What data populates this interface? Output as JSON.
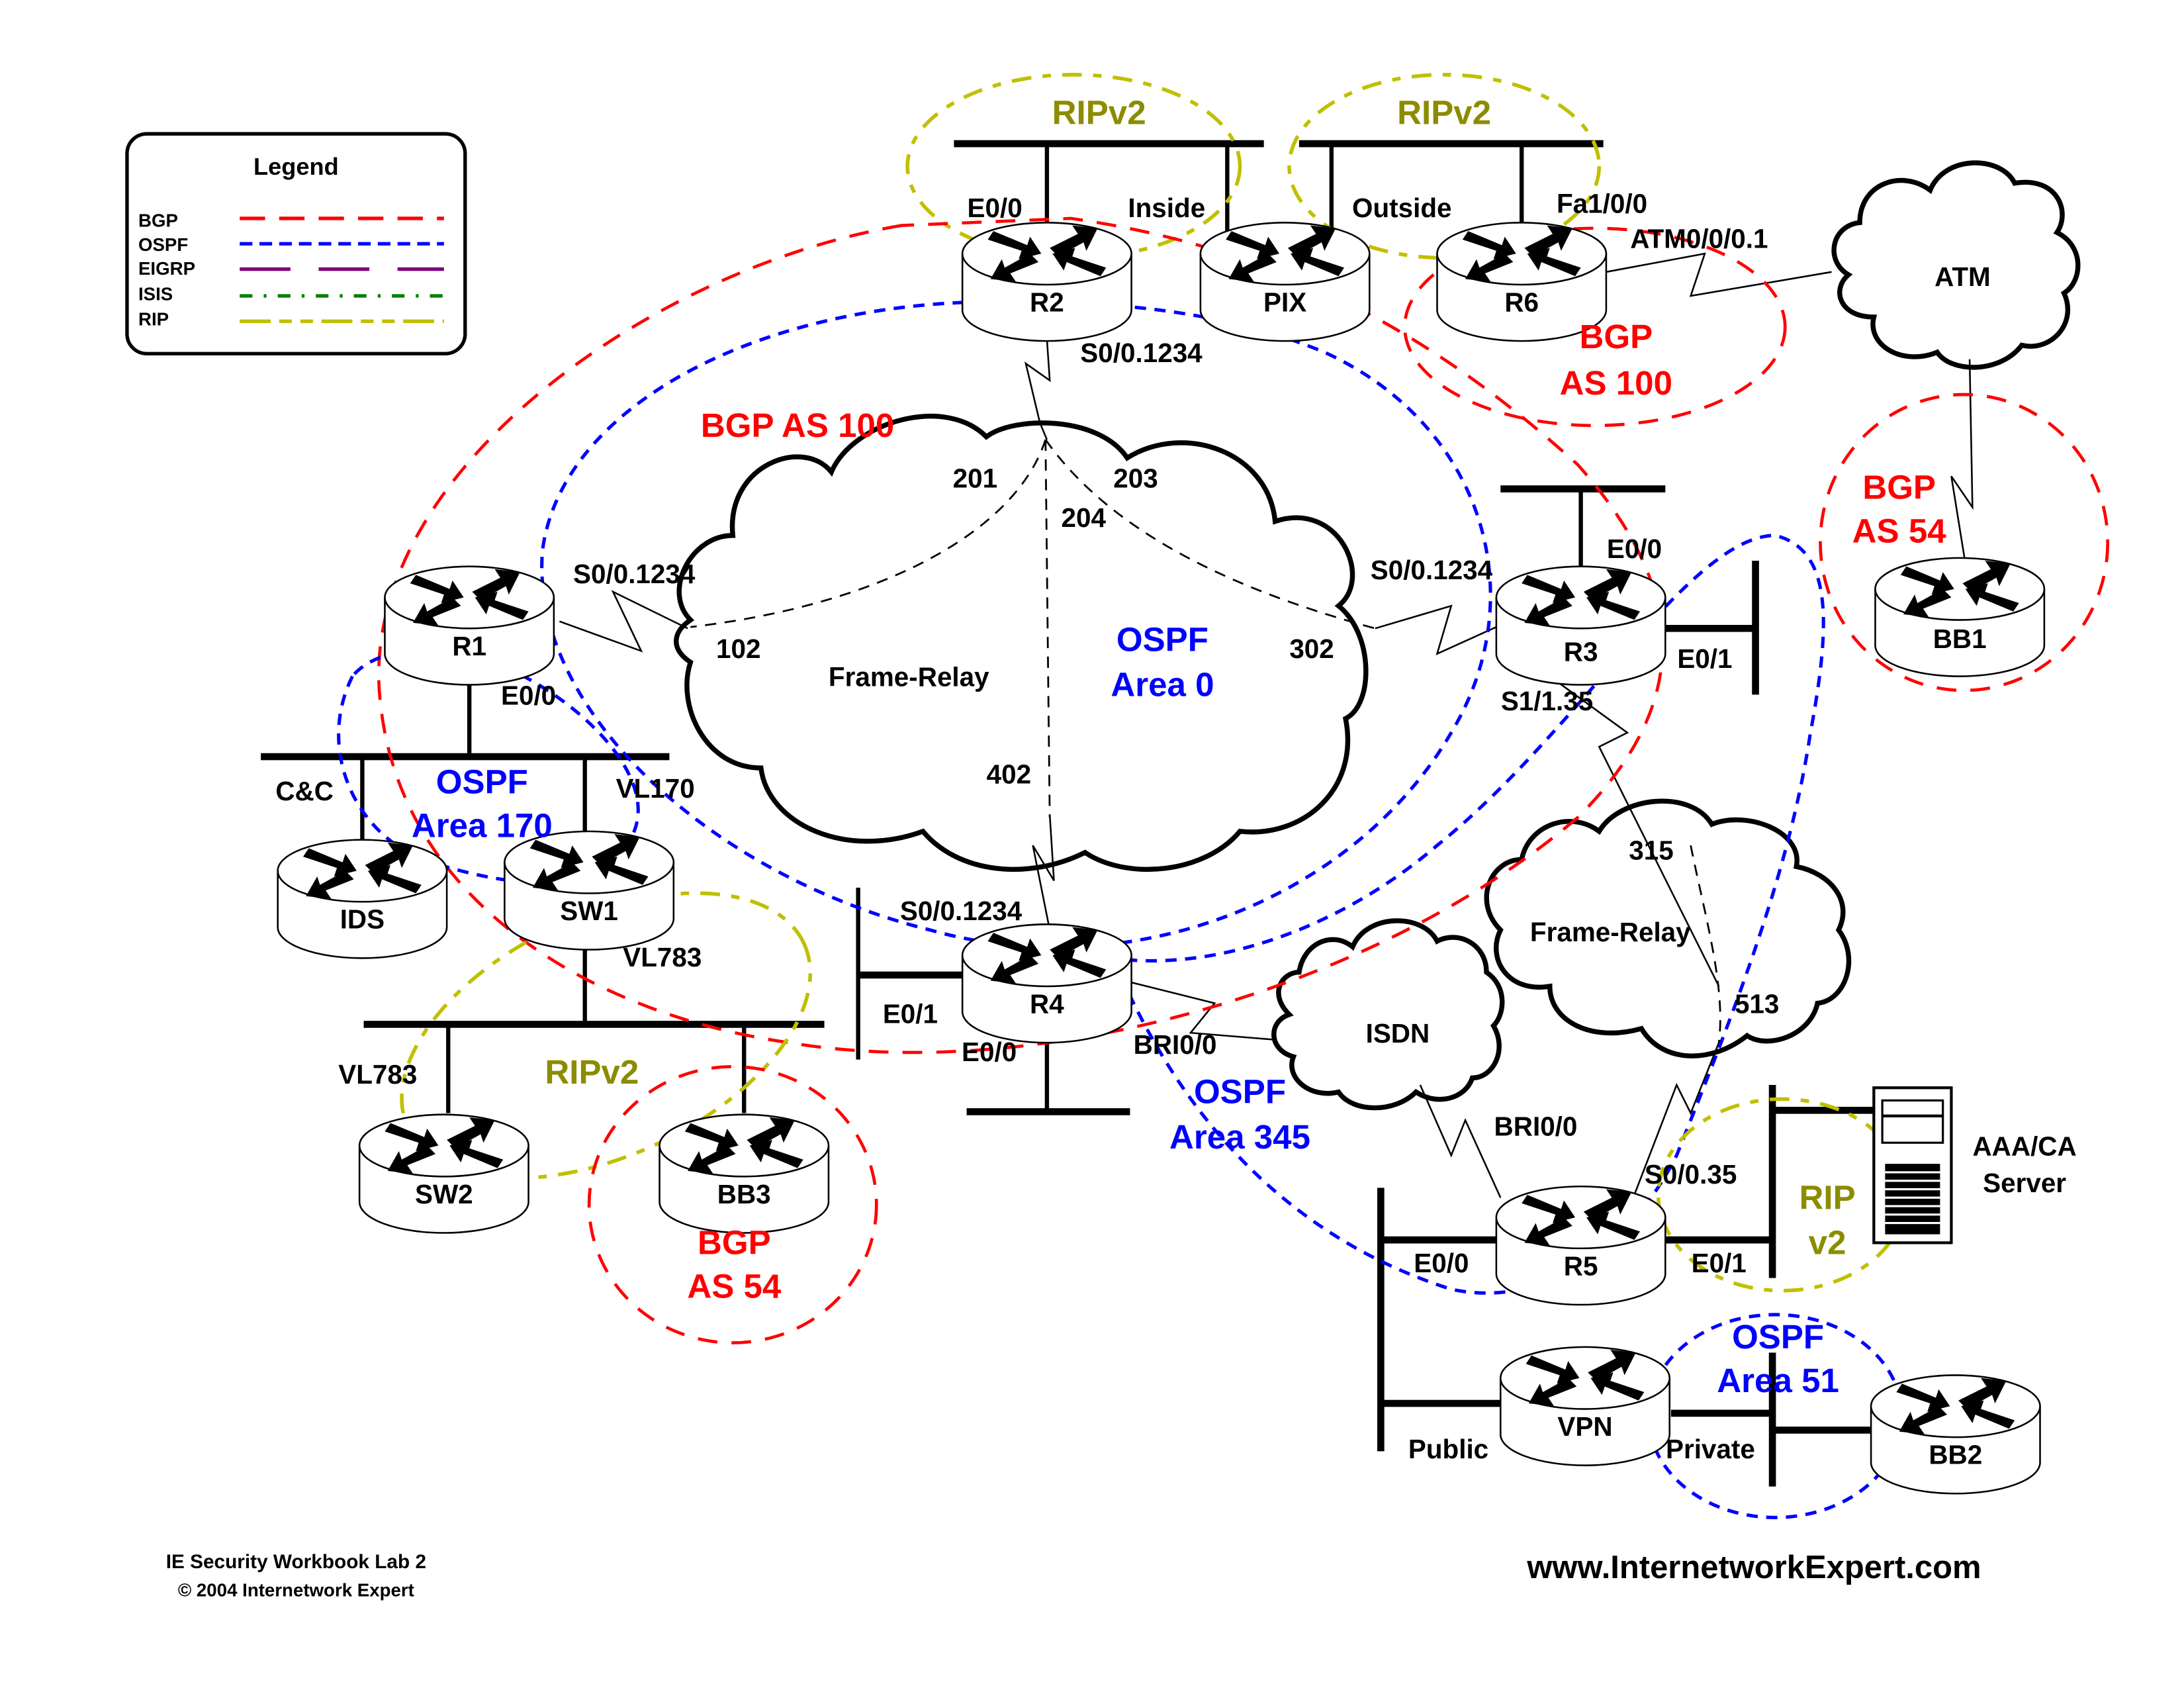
{
  "legend": {
    "title": "Legend",
    "items": [
      {
        "label": "BGP",
        "color": "#ff0000",
        "style": "long-dash"
      },
      {
        "label": "OSPF",
        "color": "#0000ff",
        "style": "short-dash"
      },
      {
        "label": "EIGRP",
        "color": "#800080",
        "style": "long-gap-dash"
      },
      {
        "label": "ISIS",
        "color": "#008000",
        "style": "dash-dot"
      },
      {
        "label": "RIP",
        "color": "#c0c000",
        "style": "dash-dot-dot"
      }
    ]
  },
  "devices": {
    "r1": "R1",
    "r2": "R2",
    "r3": "R3",
    "r4": "R4",
    "r5": "R5",
    "r6": "R6",
    "pix": "PIX",
    "ids": "IDS",
    "sw1": "SW1",
    "sw2": "SW2",
    "bb1": "BB1",
    "bb2": "BB2",
    "bb3": "BB3",
    "vpn": "VPN",
    "server_line1": "AAA/CA",
    "server_line2": "Server"
  },
  "clouds": {
    "atm": "ATM",
    "fr_main": "Frame-Relay",
    "fr_small": "Frame-Relay",
    "isdn": "ISDN"
  },
  "interfaces": {
    "r2_e00": "E0/0",
    "pix_inside": "Inside",
    "pix_outside": "Outside",
    "r6_fa100": "Fa1/0/0",
    "r6_atm": "ATM0/0/0.1",
    "r2_s0": "S0/0.1234",
    "r1_s0": "S0/0.1234",
    "r1_e00": "E0/0",
    "r3_s0": "S0/0.1234",
    "r3_e00": "E0/0",
    "r3_e01": "E0/1",
    "r3_s11": "S1/1.35",
    "r4_s0": "S0/0.1234",
    "r4_e01": "E0/1",
    "r4_e00": "E0/0",
    "r4_bri": "BRI0/0",
    "r5_bri": "BRI0/0",
    "r5_s0": "S0/0.35",
    "r5_e00": "E0/0",
    "r5_e01": "E0/1",
    "ids_cc": "C&C",
    "sw1_vl170": "VL170",
    "sw1_vl783": "VL783",
    "sw2_vl783": "VL783",
    "vpn_public": "Public",
    "vpn_private": "Private"
  },
  "dlcis": {
    "d201": "201",
    "d203": "203",
    "d204": "204",
    "d102": "102",
    "d302": "302",
    "d402": "402",
    "d315": "315",
    "d513": "513"
  },
  "domains": {
    "rip_top_left": "RIPv2",
    "rip_top_right": "RIPv2",
    "bgp_as100_r6_line1": "BGP",
    "bgp_as100_r6_line2": "AS 100",
    "bgp_as100_main": "BGP AS 100",
    "bgp_as54_bb1_line1": "BGP",
    "bgp_as54_bb1_line2": "AS 54",
    "ospf_area0_line1": "OSPF",
    "ospf_area0_line2": "Area 0",
    "ospf_area170_line1": "OSPF",
    "ospf_area170_line2": "Area 170",
    "rip_sw": "RIPv2",
    "bgp_as54_bb3_line1": "BGP",
    "bgp_as54_bb3_line2": "AS 54",
    "ospf_area345_line1": "OSPF",
    "ospf_area345_line2": "Area 345",
    "rip_server_line1": "RIP",
    "rip_server_line2": "v2",
    "ospf_area51_line1": "OSPF",
    "ospf_area51_line2": "Area 51"
  },
  "colors": {
    "bgp": "#ff0000",
    "ospf": "#0000ff",
    "rip_text": "#8c8c00",
    "rip_line": "#c0c000"
  },
  "footer": {
    "title": "IE Security Workbook Lab 2",
    "copyright": "© 2004 Internetwork Expert",
    "website": "www.InternetworkExpert.com"
  }
}
